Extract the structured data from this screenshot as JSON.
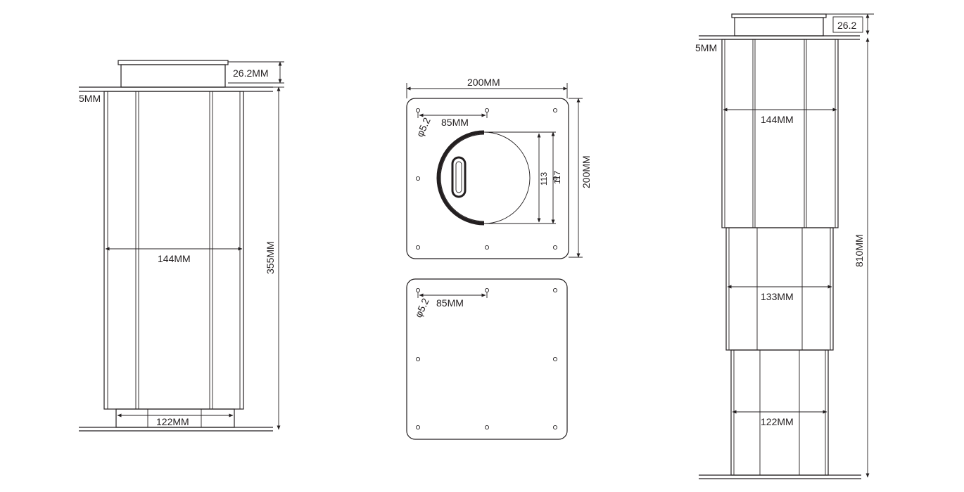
{
  "colors": {
    "line": "#231f20",
    "background": "#ffffff"
  },
  "left_view": {
    "cap_height": "26.2MM",
    "flange_thickness": "5MM",
    "total_height": "355MM",
    "body_width": "144MM",
    "base_width": "122MM"
  },
  "plate_top": {
    "width": "200MM",
    "height": "200MM",
    "hole_diameter": "φ5.2",
    "hole_spacing": "85MM",
    "opening_inner": "113",
    "opening_outer": "117"
  },
  "plate_bottom": {
    "hole_diameter": "φ5.2",
    "hole_spacing": "85MM"
  },
  "right_view": {
    "cap_height": "26.2",
    "flange_thickness": "5MM",
    "total_height": "810MM",
    "stage1_width": "144MM",
    "stage2_width": "133MM",
    "stage3_width": "122MM"
  }
}
